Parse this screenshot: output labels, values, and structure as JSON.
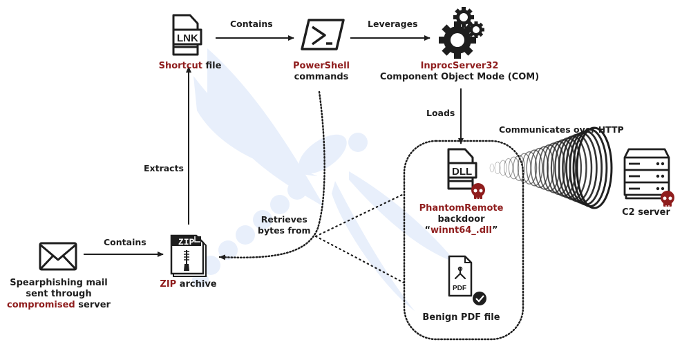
{
  "colors": {
    "accent_red": "#8f1d1d",
    "ink": "#1e1e1e",
    "watermark": "#e8effb"
  },
  "nodes": {
    "mail": {
      "icon": "envelope-icon",
      "line1": "Spearphishing mail",
      "line2": "sent through",
      "line3_red": "compromised",
      "line3_rest": " server"
    },
    "zip": {
      "icon": "zip-archive-icon",
      "icon_text": "ZIP",
      "label_red": "ZIP",
      "label_rest": " archive"
    },
    "lnk": {
      "icon": "shortcut-file-icon",
      "icon_text": "LNK",
      "label_red": "Shortcut",
      "label_rest": " file"
    },
    "powershell": {
      "icon": "powershell-icon",
      "line1_red": "PowerShell",
      "line2": "commands"
    },
    "com": {
      "icon": "gears-icon",
      "line1_red": "InprocServer32",
      "line2": "Component Object Mode (COM)"
    },
    "dll": {
      "icon": "dll-file-icon",
      "icon_text": "DLL",
      "line1_red": "PhantomRemote",
      "line2": "backdoor",
      "line3_open": "“",
      "line3_red": "winnt64_.dll",
      "line3_close": "”"
    },
    "pdf": {
      "icon": "pdf-file-icon",
      "icon_text": "PDF",
      "label": "Benign PDF file"
    },
    "c2": {
      "icon": "server-icon",
      "label": "C2 server"
    }
  },
  "edges": {
    "mail_to_zip": "Contains",
    "zip_to_lnk": "Extracts",
    "lnk_to_ps": "Contains",
    "ps_to_com": "Leverages",
    "com_to_dll": "Loads",
    "dll_to_c2": "Communicates over HTTP",
    "ps_retrieves_line1": "Retrieves",
    "ps_retrieves_line2": "bytes from"
  }
}
